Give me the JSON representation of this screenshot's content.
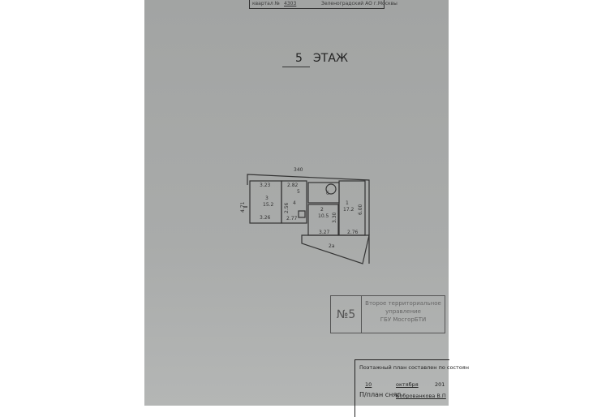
{
  "header": {
    "kvartal_label": "квартал №",
    "kvartal_number": "4303",
    "district": "Зеленоградский АО г.Москвы"
  },
  "title": {
    "floor_number": "5",
    "floor_word": "ЭТАЖ"
  },
  "plan": {
    "overall_width": "340",
    "rooms": [
      {
        "number": "1",
        "area": "17.2"
      },
      {
        "number": "2",
        "area": "10.5"
      },
      {
        "number": "3",
        "area": "15.2"
      },
      {
        "number": "4"
      },
      {
        "number": "5"
      },
      {
        "number": "6"
      },
      {
        "number": "2a"
      }
    ],
    "dimensions": {
      "r3_top": "3.23",
      "r3_bottom": "3.26",
      "r3_side": "4.71",
      "r5_top": "2.82",
      "r4_side": "2.56",
      "r4_bottom": "2.77",
      "r1_side": "6.00",
      "r2_side": "3.30",
      "r2_bottom": "3.27",
      "r1_bottom": "2.76"
    }
  },
  "stamp": {
    "number": "№5",
    "line1": "Второе территориальное",
    "line2": "управление",
    "line3": "ГБУ МосгорБТИ"
  },
  "footer": {
    "line1": "Поэтажный план составлен по состоян",
    "day": "10",
    "month": "октября",
    "year": "201",
    "line3_label": "П/план снял",
    "line3_name": "Боброванкова В.П"
  }
}
